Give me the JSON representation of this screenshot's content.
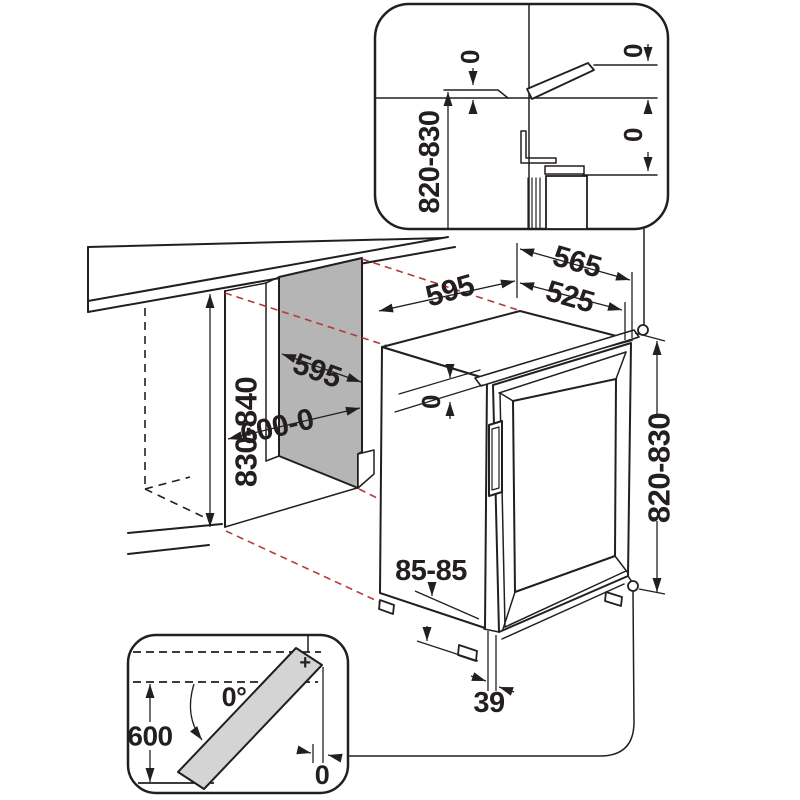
{
  "diagram": {
    "main": {
      "niche_height": "830-840",
      "niche_depth": "595",
      "niche_width": "600-0",
      "appliance_width": "595",
      "depth_without_door": "565",
      "depth_inner": "525",
      "top_clearance": "0",
      "appliance_height": "820-830",
      "feet_range": "85-85",
      "door_thickness": "39"
    },
    "top_detail": {
      "height": "820-830",
      "gap_left": "0",
      "gap_upper_right": "0",
      "gap_lower_right": "0"
    },
    "door_detail": {
      "angle": "0°",
      "depth_clearance": "600",
      "side_gap": "0",
      "pivot_mark": "+"
    },
    "colors": {
      "line": "#231f20",
      "projection_red": "#b43a3c",
      "niche_panel_gray": "#b5b5b5",
      "door_gray": "#d4d4d4",
      "background": "#ffffff"
    }
  }
}
